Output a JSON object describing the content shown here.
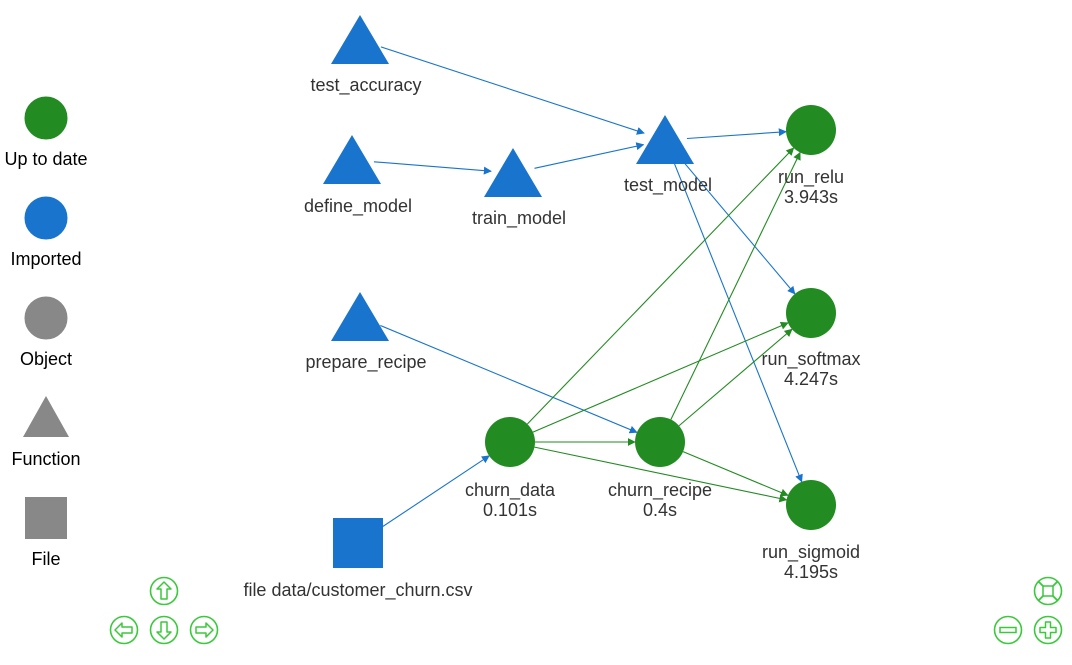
{
  "colors": {
    "up_to_date": "#228b22",
    "imported": "#1874cd",
    "object": "#888888",
    "edge_blue": "#1874cd",
    "edge_green": "#228b22",
    "nav": "#3ac93a",
    "label": "#333333"
  },
  "legend": [
    {
      "id": "up-to-date",
      "label": "Up to date",
      "shape": "circle",
      "color": "#228b22"
    },
    {
      "id": "imported",
      "label": "Imported",
      "shape": "circle",
      "color": "#1874cd"
    },
    {
      "id": "object",
      "label": "Object",
      "shape": "circle",
      "color": "#888888"
    },
    {
      "id": "function",
      "label": "Function",
      "shape": "triangle",
      "color": "#888888"
    },
    {
      "id": "file",
      "label": "File",
      "shape": "square",
      "color": "#888888"
    }
  ],
  "nodes": [
    {
      "id": "test_accuracy",
      "label": "test_accuracy",
      "time": "",
      "shape": "triangle",
      "status": "imported"
    },
    {
      "id": "define_model",
      "label": "define_model",
      "time": "",
      "shape": "triangle",
      "status": "imported"
    },
    {
      "id": "train_model",
      "label": "train_model",
      "time": "",
      "shape": "triangle",
      "status": "imported"
    },
    {
      "id": "test_model",
      "label": "test_model",
      "time": "",
      "shape": "triangle",
      "status": "imported"
    },
    {
      "id": "prepare_recipe",
      "label": "prepare_recipe",
      "time": "",
      "shape": "triangle",
      "status": "imported"
    },
    {
      "id": "churn_data",
      "label": "churn_data",
      "time": "0.101s",
      "shape": "circle",
      "status": "up_to_date"
    },
    {
      "id": "churn_recipe",
      "label": "churn_recipe",
      "time": "0.4s",
      "shape": "circle",
      "status": "up_to_date"
    },
    {
      "id": "file_csv",
      "label": "file data/customer_churn.csv",
      "time": "",
      "shape": "square",
      "status": "imported"
    },
    {
      "id": "run_relu",
      "label": "run_relu",
      "time": "3.943s",
      "shape": "circle",
      "status": "up_to_date"
    },
    {
      "id": "run_softmax",
      "label": "run_softmax",
      "time": "4.247s",
      "shape": "circle",
      "status": "up_to_date"
    },
    {
      "id": "run_sigmoid",
      "label": "run_sigmoid",
      "time": "4.195s",
      "shape": "circle",
      "status": "up_to_date"
    }
  ],
  "edges": [
    {
      "from": "test_accuracy",
      "to": "test_model",
      "color": "imported"
    },
    {
      "from": "define_model",
      "to": "train_model",
      "color": "imported"
    },
    {
      "from": "train_model",
      "to": "test_model",
      "color": "imported"
    },
    {
      "from": "test_model",
      "to": "run_relu",
      "color": "imported"
    },
    {
      "from": "test_model",
      "to": "run_softmax",
      "color": "imported"
    },
    {
      "from": "test_model",
      "to": "run_sigmoid",
      "color": "imported"
    },
    {
      "from": "prepare_recipe",
      "to": "churn_recipe",
      "color": "imported"
    },
    {
      "from": "file_csv",
      "to": "churn_data",
      "color": "imported"
    },
    {
      "from": "churn_data",
      "to": "churn_recipe",
      "color": "up_to_date"
    },
    {
      "from": "churn_data",
      "to": "run_relu",
      "color": "up_to_date"
    },
    {
      "from": "churn_data",
      "to": "run_softmax",
      "color": "up_to_date"
    },
    {
      "from": "churn_data",
      "to": "run_sigmoid",
      "color": "up_to_date"
    },
    {
      "from": "churn_recipe",
      "to": "run_relu",
      "color": "up_to_date"
    },
    {
      "from": "churn_recipe",
      "to": "run_softmax",
      "color": "up_to_date"
    },
    {
      "from": "churn_recipe",
      "to": "run_sigmoid",
      "color": "up_to_date"
    }
  ],
  "navigation": [
    {
      "id": "up",
      "icon": "arrow-up-icon"
    },
    {
      "id": "left",
      "icon": "arrow-left-icon"
    },
    {
      "id": "down",
      "icon": "arrow-down-icon"
    },
    {
      "id": "right",
      "icon": "arrow-right-icon"
    },
    {
      "id": "fit",
      "icon": "zoom-extend-icon"
    },
    {
      "id": "zoom-out",
      "icon": "zoom-out-icon"
    },
    {
      "id": "zoom-in",
      "icon": "zoom-in-icon"
    }
  ]
}
